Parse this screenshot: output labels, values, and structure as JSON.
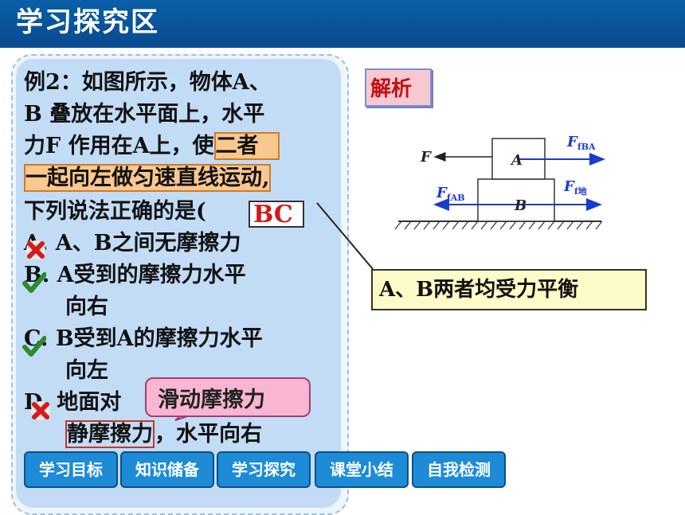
{
  "header": {
    "title": "学习探究区"
  },
  "question": {
    "line1": "例2：如图所示，物体A、",
    "line2": "B 叠放在水平面上，水平",
    "line3a": "力F 作用在A上，使",
    "line3b": "二者",
    "line4": "一起向左做匀速直线运动,",
    "line5": "下列说法正确的是(",
    "line5end": ")",
    "answer": "BC",
    "optA": "A.  A、B之间无摩擦力",
    "optB": "B.  A受到的摩擦力水平",
    "optB2": "向右",
    "optC": "C.  B受到A的摩擦力水平",
    "optC2": "向左",
    "optD": "D.  地面对",
    "optD2a": "静摩擦力",
    "optD2b": "，水平向右"
  },
  "analysis_label": "解析",
  "diagram": {
    "label_F": "F",
    "label_A": "A",
    "label_B": "B",
    "label_FfBA_main": "F",
    "label_FfBA_sub": "fBA",
    "label_FfAB_main": "F",
    "label_FfAB_sub": "fAB",
    "label_Ffdi_main": "F",
    "label_Ffdi_sub": "f地"
  },
  "callout": "A、B两者均受力平衡",
  "pink_note": "滑动摩擦力",
  "nav": [
    "学习目标",
    "知识储备",
    "学习探究",
    "课堂小结",
    "自我检测"
  ],
  "colors": {
    "header": "#0a4a8e",
    "nav": "#1d8bd6",
    "answer": "#d01b1b"
  }
}
